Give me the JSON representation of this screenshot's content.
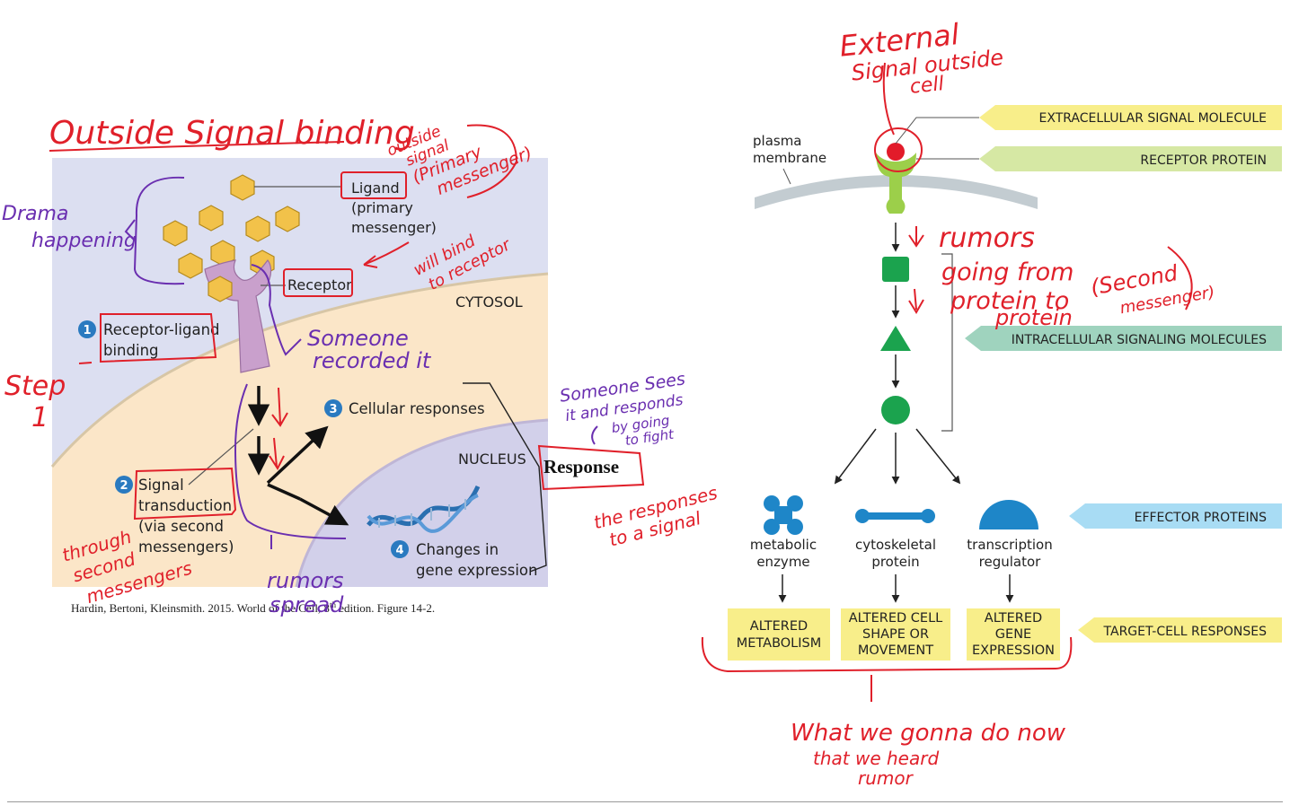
{
  "left_figure": {
    "ligand_label_1": "Ligand",
    "ligand_label_2": "(primary",
    "ligand_label_3": "messenger)",
    "receptor_label": "Receptor",
    "cytosol_label": "CYTOSOL",
    "nucleus_label": "NUCLEUS",
    "step1_num": "1",
    "step1_line1": "Receptor-ligand",
    "step1_line2": "binding",
    "step2_num": "2",
    "step2_line1": "Signal",
    "step2_line2": "transduction",
    "step2_line3": "(via second",
    "step2_line4": "messengers)",
    "step3_num": "3",
    "step3_label": "Cellular responses",
    "step4_num": "4",
    "step4_line1": "Changes in",
    "step4_line2": "gene expression",
    "response_label": "Response",
    "caption_main": "Hardin, Bertoni, Kleinsmith.  2015.  World of the Cell, 8",
    "caption_sup": "th",
    "caption_end": " edition.  Figure 14-2."
  },
  "right_figure": {
    "plasma_membrane_1": "plasma",
    "plasma_membrane_2": "membrane",
    "banner_extracellular": "EXTRACELLULAR SIGNAL MOLECULE",
    "banner_receptor": "RECEPTOR PROTEIN",
    "banner_intracellular": "INTRACELLULAR SIGNALING MOLECULES",
    "banner_effector": "EFFECTOR PROTEINS",
    "banner_target": "TARGET-CELL RESPONSES",
    "effector_1_line1": "metabolic",
    "effector_1_line2": "enzyme",
    "effector_2_line1": "cytoskeletal",
    "effector_2_line2": "protein",
    "effector_3_line1": "transcription",
    "effector_3_line2": "regulator",
    "response_1_line1": "ALTERED",
    "response_1_line2": "METABOLISM",
    "response_2_line1": "ALTERED CELL",
    "response_2_line2": "SHAPE OR",
    "response_2_line3": "MOVEMENT",
    "response_3_line1": "ALTERED",
    "response_3_line2": "GENE",
    "response_3_line3": "EXPRESSION"
  },
  "annotations": {
    "outside_signal_binding": "Outside Signal binding",
    "drama_1": "Drama",
    "drama_2": "happening",
    "outside_signal_1": "outside",
    "outside_signal_2": "signal",
    "outside_signal_3": "(Primary",
    "outside_signal_4": "messenger)",
    "will_bind_1": "will bind",
    "will_bind_2": "to receptor",
    "someone_recorded_1": "Someone",
    "someone_recorded_2": "recorded it",
    "step_1": "Step",
    "step_2": "1",
    "someone_sees_1": "Someone Sees",
    "someone_sees_2": "it and responds",
    "someone_sees_3": "by going",
    "someone_sees_4": "to fight",
    "the_responses_1": "the responses",
    "the_responses_2": "to a signal",
    "through_1": "through",
    "through_2": "second",
    "through_3": "messengers",
    "rumors_spread_1": "rumors",
    "rumors_spread_2": "spread",
    "external_1": "External",
    "external_2": "Signal outside",
    "external_3": "cell",
    "rumors_1": "rumors",
    "rumors_2": "going from",
    "rumors_3": "protein to",
    "rumors_4": "protein",
    "second_messenger_1": "(Second",
    "second_messenger_2": "messenger)",
    "what_we_1": "What we gonna do now",
    "what_we_2": "that we heard",
    "what_we_3": "rumor"
  },
  "colors": {
    "annotation_red": "#e0202a",
    "annotation_purple": "#6a2fb0",
    "extracellular_bg": "#dcdff1",
    "cytosol_bg": "#fbe6c8",
    "nucleus_bg": "#d2d0ea",
    "ligand_yellow": "#f2c24a",
    "receptor_purple": "#c9a0cc",
    "step_blue": "#2a7ac0",
    "signal_green": "#1ba34e",
    "receptor_lime": "#9ccf4a",
    "effector_blue": "#1e86c8",
    "response_yellow": "#f8ee8a",
    "banner_yellow": "#f8ee8a",
    "banner_lime": "#d6e8a4",
    "banner_teal": "#9fd3be",
    "banner_blue": "#a8dcf4"
  }
}
